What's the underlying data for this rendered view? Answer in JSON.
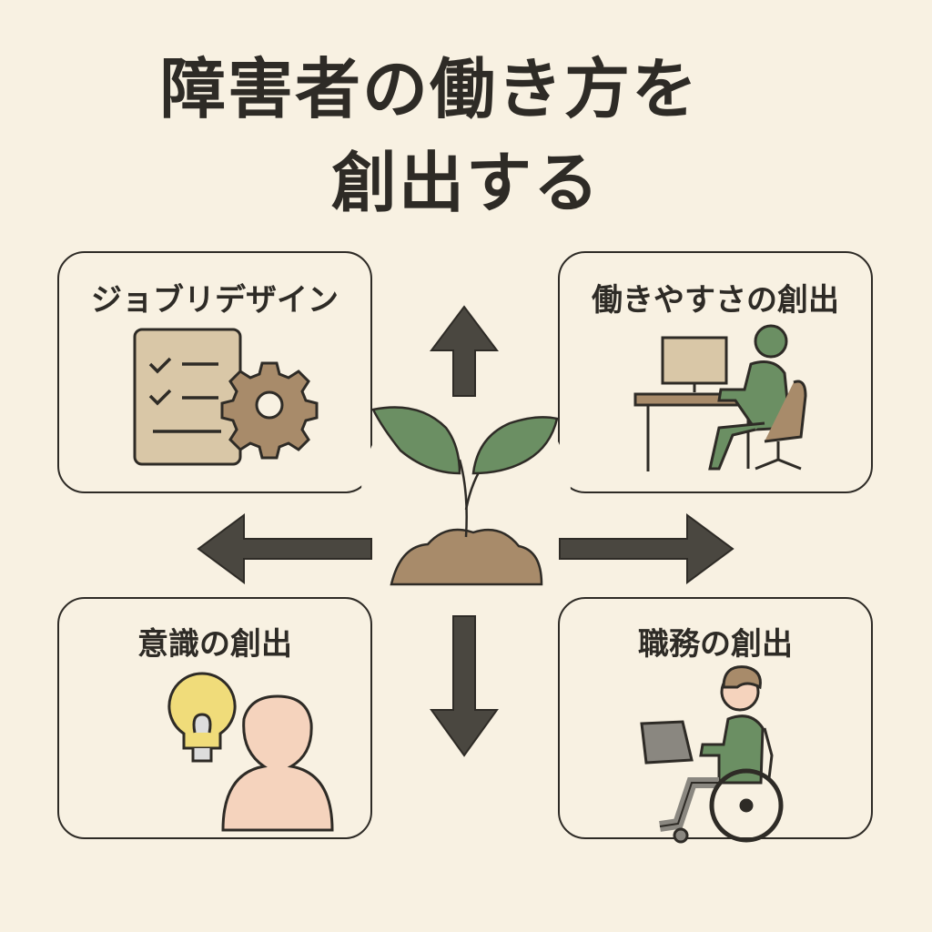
{
  "title": {
    "line1": "障害者の働き方を",
    "line2": "創出する"
  },
  "boxes": {
    "top_left": {
      "label": "ジョブリデザイン",
      "icon": "checklist-gear-icon"
    },
    "top_right": {
      "label": "働きやすさの創出",
      "icon": "person-at-desk-icon"
    },
    "bottom_left": {
      "label": "意識の創出",
      "icon": "lightbulb-person-icon"
    },
    "bottom_right": {
      "label": "職務の創出",
      "icon": "wheelchair-laptop-icon"
    }
  },
  "center": {
    "icon": "sprout-icon"
  },
  "colors": {
    "background": "#f8f1e2",
    "ink": "#2e2b26",
    "arrow": "#4a4740",
    "green": "#6b8f63",
    "soil": "#a88b6a",
    "bulb": "#f0dc7a",
    "skin": "#f5d3bd"
  }
}
